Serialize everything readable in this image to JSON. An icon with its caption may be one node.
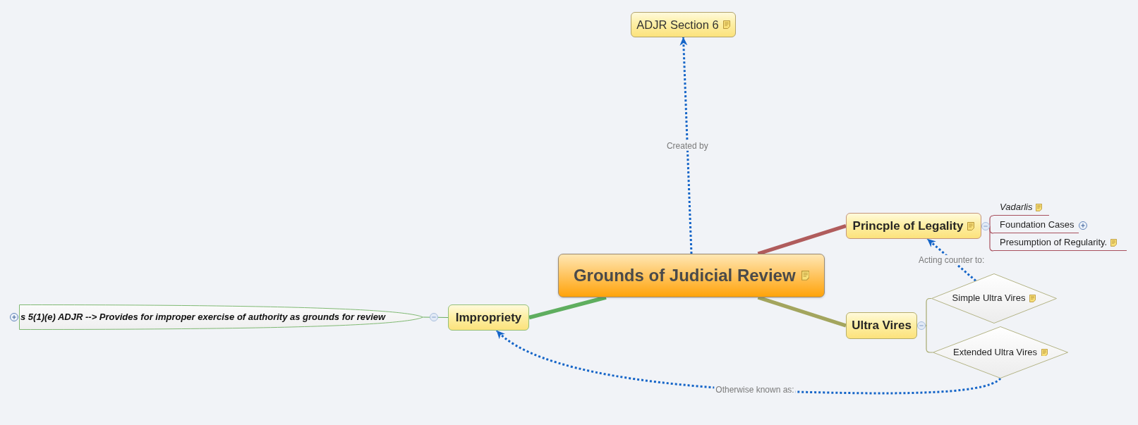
{
  "diagram": {
    "nodes": [
      {
        "text": [
          "ADJR Section 6"
        ]
      },
      {
        "text": [
          "Grounds of Judicial Review"
        ]
      },
      {
        "text": [
          "Princple of Legality"
        ]
      },
      {
        "text": [
          "Vadarlis"
        ]
      },
      {
        "text": [
          "Foundation Cases"
        ]
      },
      {
        "text": [
          "Presumption of Regularity."
        ]
      },
      {
        "text": [
          "Impropriety"
        ]
      },
      {
        "text": [
          "s 5(1)(e) ADJR --> Provides for improper exercise of authority as grounds for review"
        ]
      },
      {
        "text": [
          "Ultra Vires"
        ]
      },
      {
        "text": [
          "Simple Ultra Vires"
        ]
      },
      {
        "text": [
          "Extended Ultra Vires"
        ]
      }
    ],
    "edges": [
      {
        "from": 1,
        "to": 0,
        "arrow": "to",
        "label": "Created by",
        "style": "dashed",
        "color": "#1565c8"
      },
      {
        "from": 1,
        "to": 2,
        "arrow": "none",
        "style": "thick",
        "color": "#b05c5c"
      },
      {
        "from": 2,
        "to": 3,
        "arrow": "none",
        "color": "#a8505e"
      },
      {
        "from": 2,
        "to": 4,
        "arrow": "none",
        "color": "#a8505e"
      },
      {
        "from": 2,
        "to": 5,
        "arrow": "none",
        "color": "#a8505e"
      },
      {
        "from": 1,
        "to": 6,
        "arrow": "none",
        "style": "thick",
        "color": "#5fae5f"
      },
      {
        "from": 6,
        "to": 7,
        "arrow": "none",
        "color": "#6aae60"
      },
      {
        "from": 1,
        "to": 8,
        "arrow": "none",
        "style": "thick",
        "color": "#a3a55e"
      },
      {
        "from": 8,
        "to": 9,
        "arrow": "none",
        "color": "#a8aa70"
      },
      {
        "from": 8,
        "to": 10,
        "arrow": "none",
        "color": "#a8aa70"
      },
      {
        "from": 9,
        "to": 2,
        "arrow": "to",
        "label": "Acting counter to:",
        "style": "dashed",
        "color": "#1565c8"
      },
      {
        "from": 10,
        "to": 6,
        "arrow": "to",
        "label": "Otherwise known as:",
        "style": "dashed",
        "color": "#1565c8"
      }
    ]
  }
}
